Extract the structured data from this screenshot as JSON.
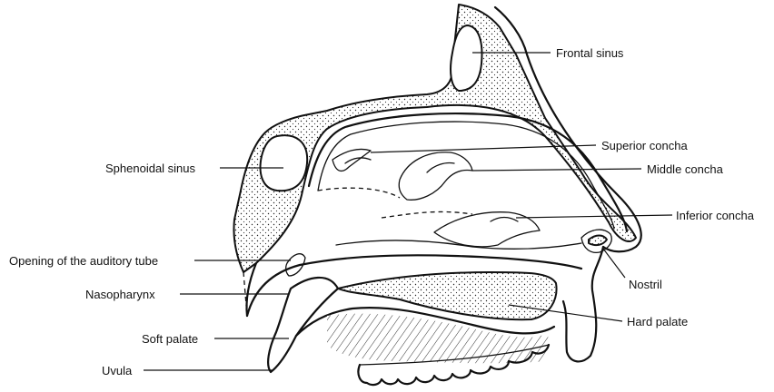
{
  "labels": {
    "frontal_sinus": "Frontal sinus",
    "superior_concha": "Superior concha",
    "middle_concha": "Middle concha",
    "inferior_concha": "Inferior concha",
    "sphenoidal_sinus": "Sphenoidal sinus",
    "opening_auditory_tube": "Opening of the auditory tube",
    "nostril": "Nostril",
    "nasopharynx": "Nasopharynx",
    "hard_palate": "Hard palate",
    "soft_palate": "Soft palate",
    "uvula": "Uvula"
  }
}
